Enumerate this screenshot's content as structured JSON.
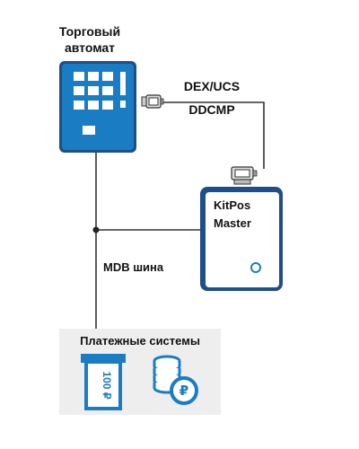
{
  "vending_machine": {
    "label_line1": "Торговый",
    "label_line2": "автомат",
    "icon": "vending-machine-icon"
  },
  "connection": {
    "protocol_line1": "DEX/UCS",
    "protocol_line2": "DDCMP",
    "icon": "serial-connector-icon"
  },
  "device": {
    "name_line1": "KitPos",
    "name_line2": "Master"
  },
  "bus": {
    "label": "MDB шина"
  },
  "payment": {
    "title": "Платежные системы",
    "banknote_text": "100 ₽",
    "coin_symbol": "₽",
    "icons": [
      "bill-acceptor-icon",
      "coin-acceptor-icon"
    ]
  },
  "colors": {
    "accent": "#1a7dc4",
    "dark_outline": "#1f4e8c",
    "panel_bg": "#eeeeee",
    "line": "#333333"
  }
}
